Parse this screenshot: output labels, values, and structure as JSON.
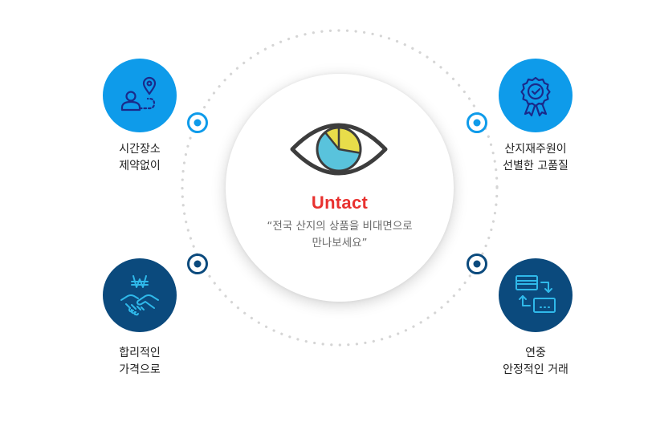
{
  "center": {
    "title": "Untact",
    "quote_line1": "“전국 산지의 상품을 비대면으로",
    "quote_line2": "만나보세요”"
  },
  "features": [
    {
      "id": "time",
      "line1": "시간장소",
      "line2": "제약없이",
      "icon": "person-route-pin-icon",
      "color": "#0e9bea"
    },
    {
      "id": "origin",
      "line1": "산지재주원이",
      "line2": "선별한 고품질",
      "icon": "quality-badge-icon",
      "color": "#0e9bea"
    },
    {
      "id": "price",
      "line1": "합리적인",
      "line2": "가격으로",
      "icon": "won-handshake-icon",
      "color": "#0b4a7d"
    },
    {
      "id": "trade",
      "line1": "연중",
      "line2": "안정적인 거래",
      "icon": "card-exchange-icon",
      "color": "#0b4a7d"
    }
  ],
  "colors": {
    "accent_red": "#e8312f",
    "blue_light": "#0e9bea",
    "blue_dark": "#0b4a7d",
    "dotted_ring": "#d5d5d5",
    "eye_yellow": "#e8dd4a",
    "eye_cyan": "#59c3dc",
    "eye_outline": "#3d3d3d"
  }
}
